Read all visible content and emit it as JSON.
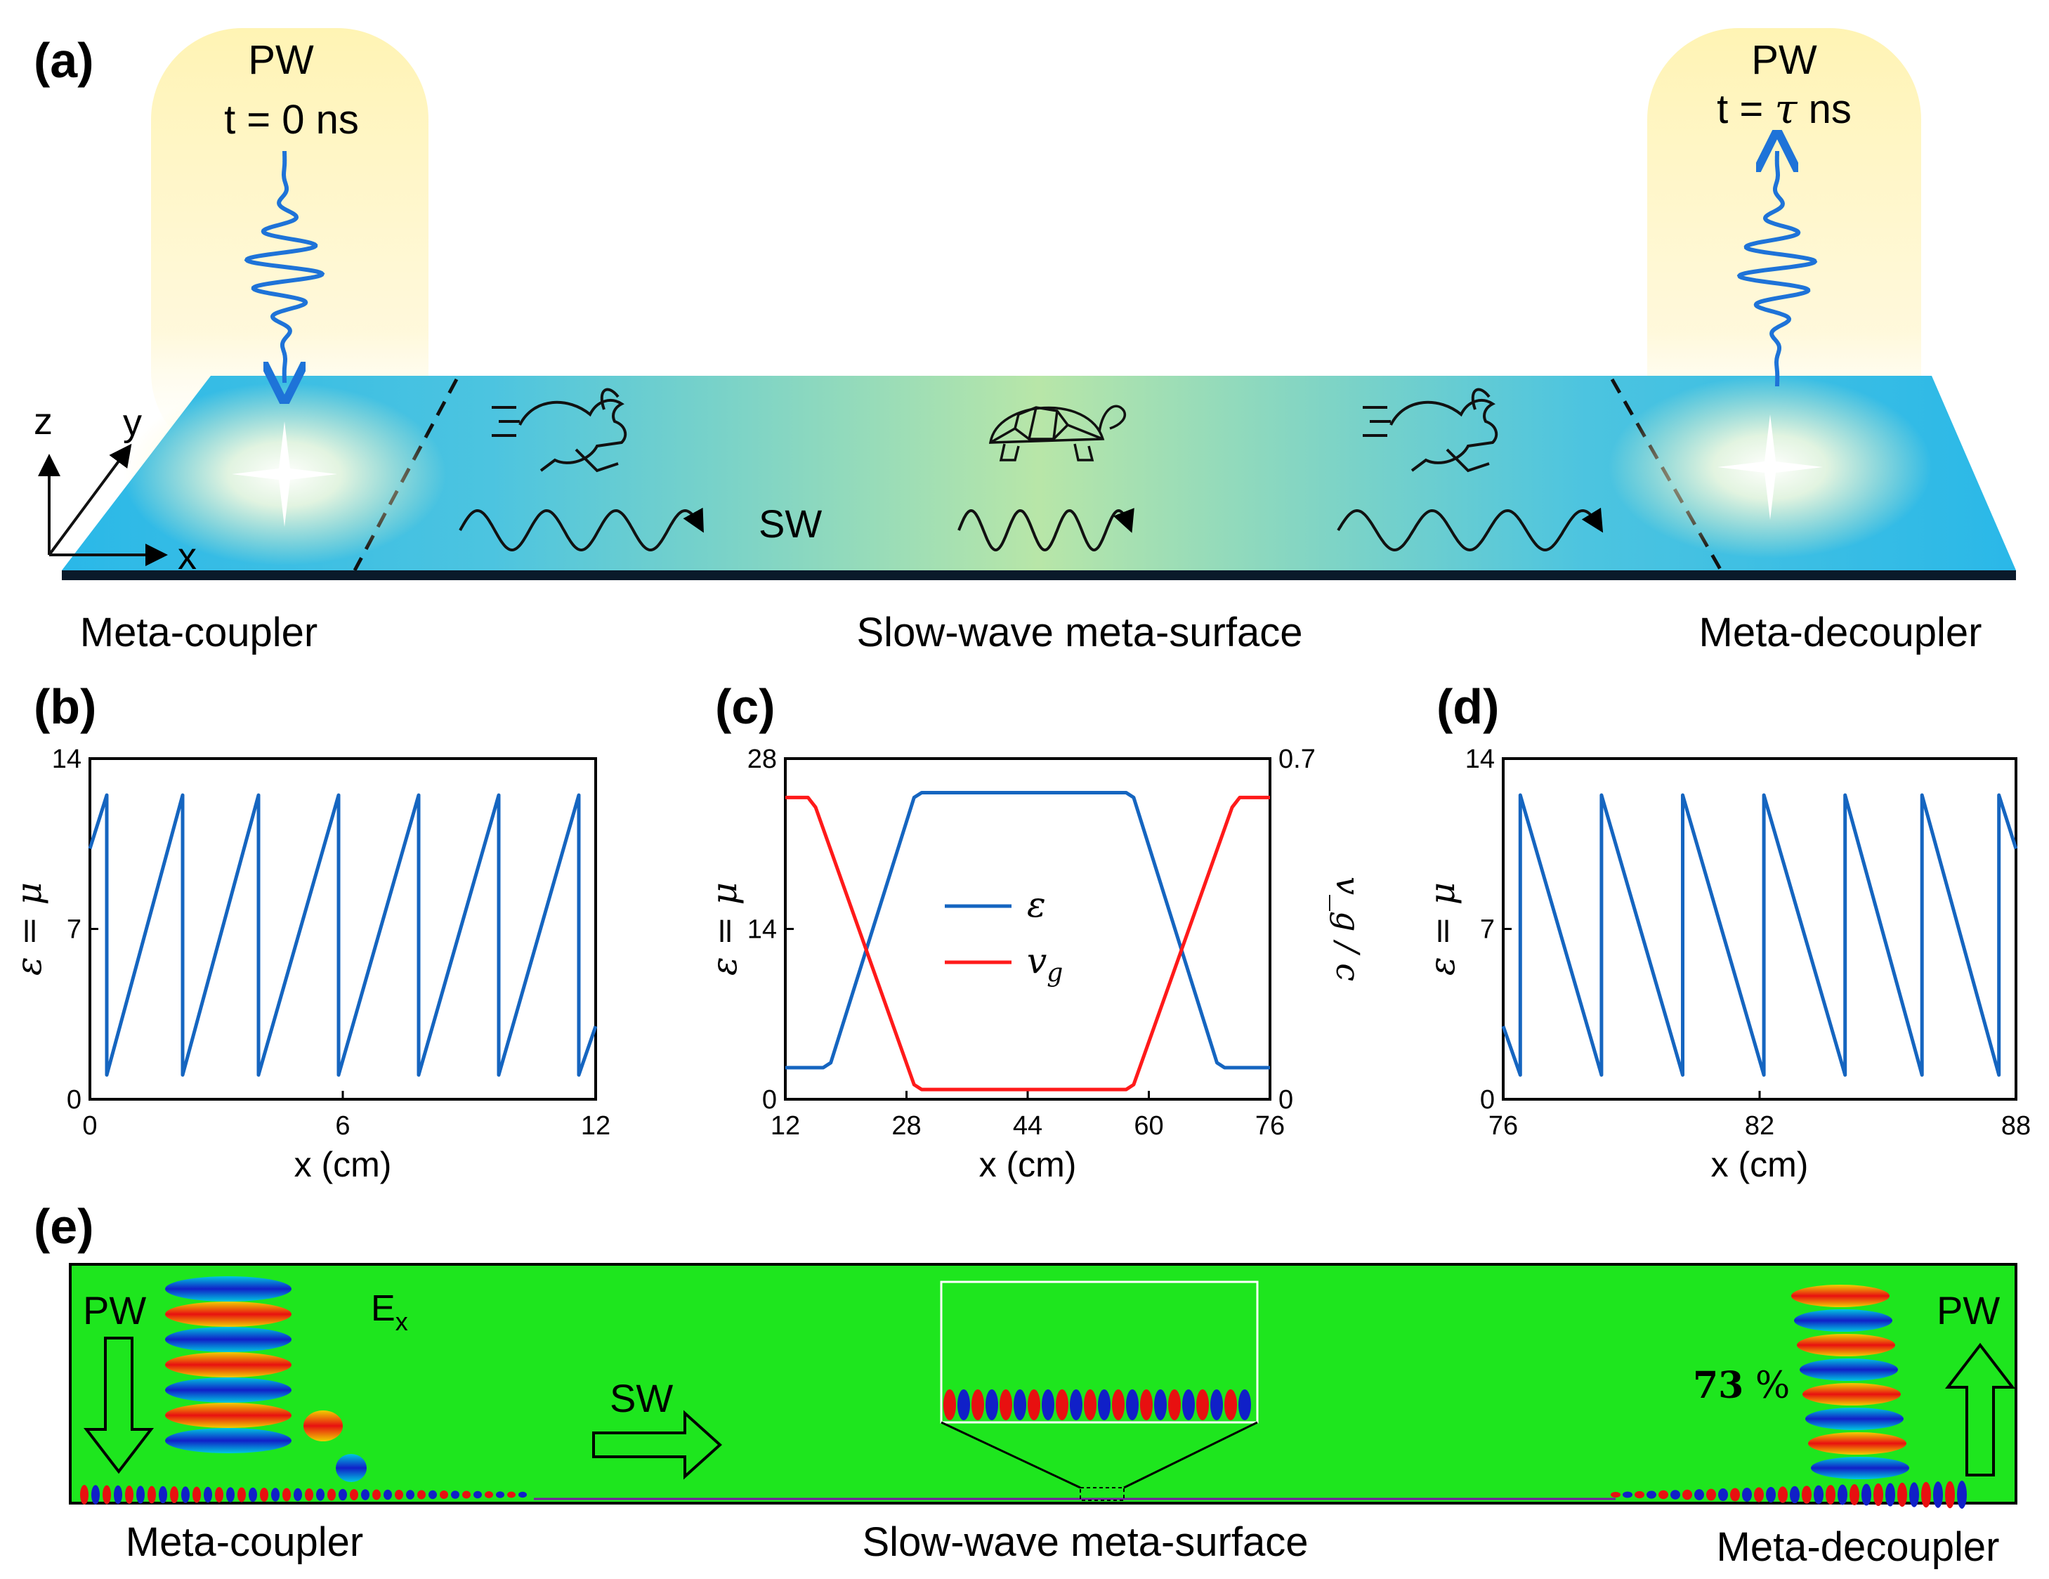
{
  "panel_a": {
    "label": "(a)",
    "source": {
      "title": "PW",
      "time": "t = 0 ns"
    },
    "sink": {
      "title": "PW",
      "time_prefix": "t = ",
      "time_symbol": "τ",
      "time_suffix": " ns"
    },
    "surface_wave_label": "SW",
    "axes": {
      "z": "z",
      "y": "y",
      "x": "x"
    },
    "section_labels": {
      "left": "Meta-coupler",
      "middle": "Slow-wave meta-surface",
      "right": "Meta-decoupler"
    }
  },
  "chart_data": [
    {
      "panel": "(b)",
      "type": "line",
      "xlabel": "x (cm)",
      "ylabel": "ε = μ",
      "xlim": [
        0,
        12
      ],
      "ylim": [
        0,
        14
      ],
      "xticks": [
        "0",
        "6",
        "12"
      ],
      "yticks": [
        "0",
        "7",
        "14"
      ],
      "series": [
        {
          "color": "#1565c0",
          "x": [
            0,
            0.4,
            0.4,
            2.2,
            2.2,
            4.0,
            4.0,
            5.9,
            5.9,
            7.8,
            7.8,
            9.7,
            9.7,
            11.6,
            11.6,
            12
          ],
          "y": [
            10.3,
            12.5,
            1,
            12.5,
            1,
            12.5,
            1,
            12.5,
            1,
            12.5,
            1,
            12.5,
            1,
            12.5,
            1,
            3
          ]
        }
      ]
    },
    {
      "panel": "(c)",
      "type": "line",
      "xlabel": "x (cm)",
      "ylabel": "ε = μ",
      "y2label": "v_g / c",
      "xlim": [
        12,
        76
      ],
      "ylim": [
        0,
        28
      ],
      "y2lim": [
        0,
        0.7
      ],
      "xticks": [
        "12",
        "28",
        "44",
        "60",
        "76"
      ],
      "yticks": [
        "0",
        "14",
        "28"
      ],
      "y2ticks": [
        "0",
        "0.7"
      ],
      "series": [
        {
          "name": "ε",
          "color": "#1565c0",
          "x": [
            12,
            17,
            18,
            29,
            30,
            57,
            58,
            69,
            70,
            76
          ],
          "y": [
            2.6,
            2.6,
            3,
            24.8,
            25.2,
            25.2,
            24.8,
            3,
            2.6,
            2.6
          ]
        },
        {
          "name": "v_g",
          "color": "#ff1a1a",
          "axis": "right",
          "x": [
            12,
            15,
            16,
            29,
            30,
            57,
            58,
            71,
            72,
            76
          ],
          "y": [
            0.62,
            0.62,
            0.6,
            0.03,
            0.02,
            0.02,
            0.03,
            0.6,
            0.62,
            0.62
          ]
        }
      ]
    },
    {
      "panel": "(d)",
      "type": "line",
      "xlabel": "x (cm)",
      "ylabel": "ε = μ",
      "xlim": [
        76,
        88
      ],
      "ylim": [
        0,
        14
      ],
      "xticks": [
        "76",
        "82",
        "88"
      ],
      "yticks": [
        "0",
        "7",
        "14"
      ],
      "series": [
        {
          "color": "#1565c0",
          "x": [
            76,
            76.4,
            76.4,
            78.3,
            78.3,
            80.2,
            80.2,
            82.1,
            82.1,
            84.0,
            84.0,
            85.8,
            85.8,
            87.6,
            87.6,
            88
          ],
          "y": [
            3,
            1,
            12.5,
            1,
            12.5,
            1,
            12.5,
            1,
            12.5,
            1,
            12.5,
            1,
            12.5,
            1,
            12.5,
            10.3
          ]
        }
      ]
    }
  ],
  "panel_b": {
    "label": "(b)"
  },
  "panel_c": {
    "label": "(c)",
    "legend": [
      {
        "symbol": "ε",
        "sub": ""
      },
      {
        "symbol": "v",
        "sub": "g"
      }
    ]
  },
  "panel_d": {
    "label": "(d)"
  },
  "panel_e": {
    "label": "(e)",
    "field_label": "E",
    "field_sub": "x",
    "pw_left": "PW",
    "pw_right": "PW",
    "sw": "SW",
    "efficiency": "73",
    "efficiency_unit": " %",
    "section_labels": {
      "left": "Meta-coupler",
      "middle": "Slow-wave meta-surface",
      "right": "Meta-decoupler"
    }
  },
  "colors": {
    "line_blue": "#1565c0",
    "line_red": "#ff1a1a",
    "field_green": "#1ee61e",
    "wave_blue": "#1e73d8"
  }
}
